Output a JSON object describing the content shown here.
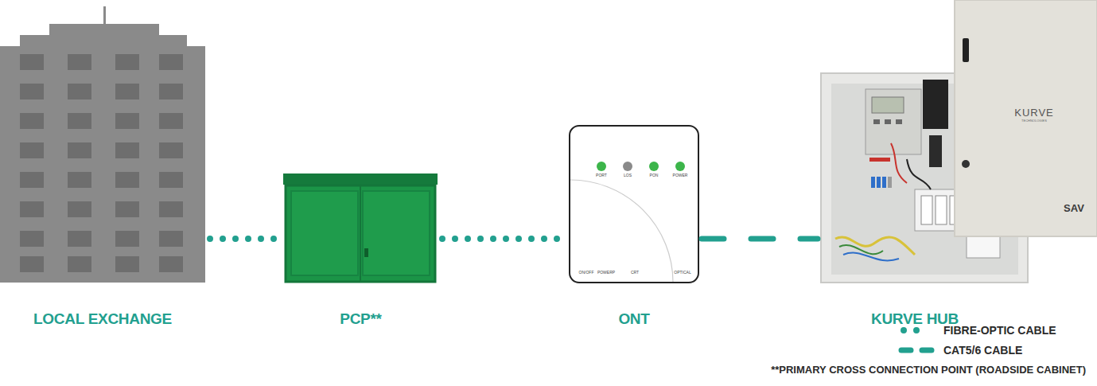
{
  "diagram": {
    "nodes": [
      {
        "text": [
          "LOCAL EXCHANGE"
        ]
      },
      {
        "text": [
          "PCP**"
        ]
      },
      {
        "text": [
          "ONT"
        ]
      },
      {
        "text": [
          "KURVE HUB"
        ]
      }
    ],
    "edges": [
      {
        "from": 0,
        "to": 1,
        "arrow": "none"
      },
      {
        "from": 1,
        "to": 2,
        "arrow": "none"
      },
      {
        "from": 2,
        "to": 3,
        "arrow": "none"
      }
    ],
    "labels": [
      "PORT",
      "LOS",
      "PON",
      "POWER",
      "ON/OFF",
      "POWERP",
      "CRT",
      "OPTICAL",
      "KURVE",
      "TECHNOLOGIES",
      "SAV",
      "**PRIMARY CROSS CONNECTION POINT (ROADSIDE CABINET)"
    ],
    "legend": [
      {
        "text": "FIBRE-OPTIC CABLE"
      },
      {
        "text": "CAT5/6 CABLE"
      }
    ]
  }
}
